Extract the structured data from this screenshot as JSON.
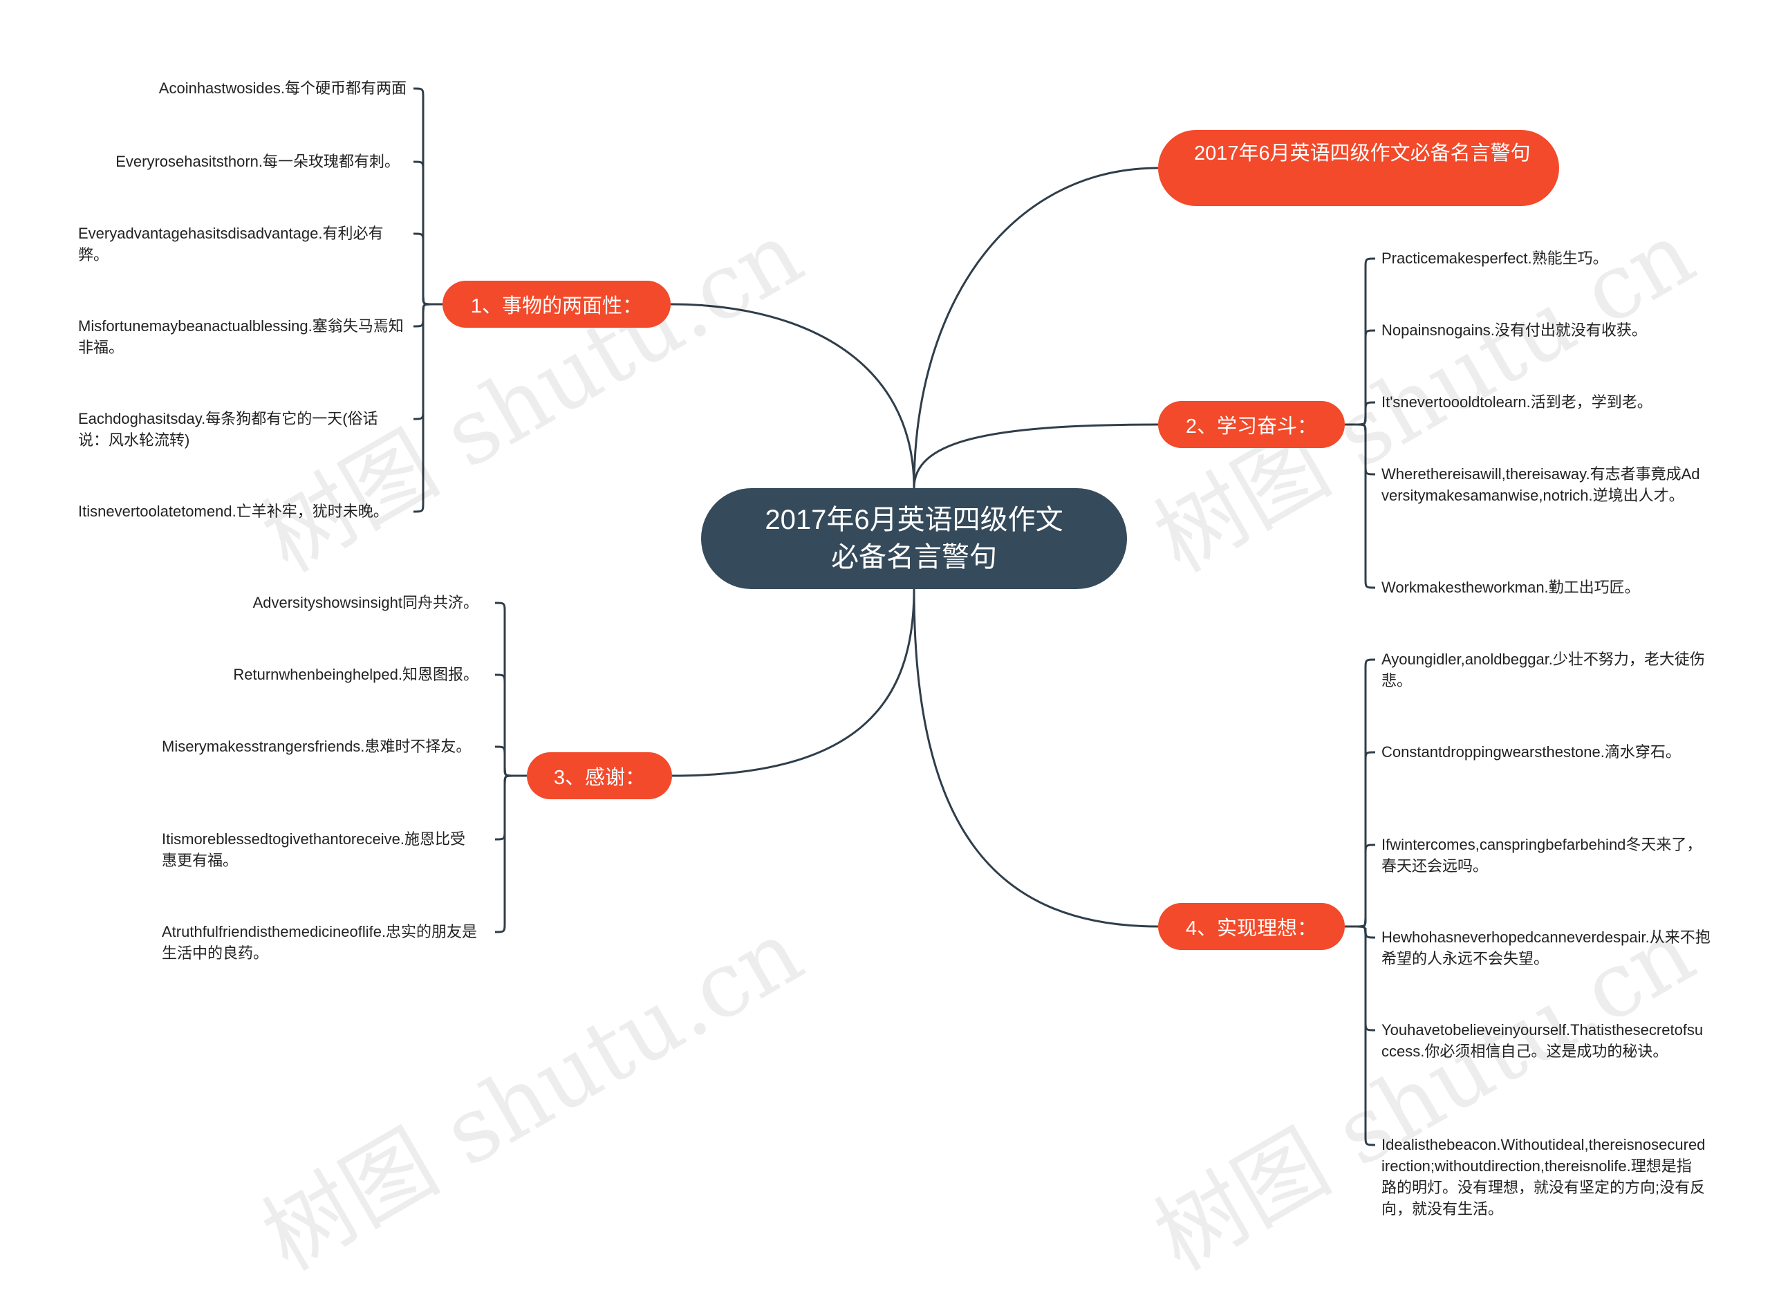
{
  "root": {
    "label": "2017年6月英语四级作文必备名言警句"
  },
  "title_node": {
    "label": "2017年6月英语四级作文必备名言警句"
  },
  "branches": [
    {
      "label": "1、事物的两面性：",
      "leaves": [
        "Acoinhastwosides.每个硬币都有两面",
        "Everyrosehasitsthorn.每一朵玫瑰都有刺。",
        "Everyadvantagehasitsdisadvantage.有利必有弊。",
        "Misfortunemaybeanactualblessing.塞翁失马焉知非福。",
        "Eachdoghasitsday.每条狗都有它的一天(俗话说：风水轮流转)",
        "Itisnevertoolatetomend.亡羊补牢，犹时未晚。"
      ]
    },
    {
      "label": "2、学习奋斗：",
      "leaves": [
        "Practicemakesperfect.熟能生巧。",
        "Nopainsnogains.没有付出就没有收获。",
        "It'snevertoooldtolearn.活到老，学到老。",
        "Wherethereisawill,thereisaway.有志者事竟成Adversitymakesamanwise,notrich.逆境出人才。",
        "Workmakestheworkman.勤工出巧匠。"
      ]
    },
    {
      "label": "3、感谢：",
      "leaves": [
        "Adversityshowsinsight同舟共济。",
        "Returnwhenbeinghelped.知恩图报。",
        "Miserymakesstrangersfriends.患难时不择友。",
        "Itismoreblessedtogivethantoreceive.施恩比受惠更有福。",
        "Atruthfulfriendisthemedicineoflife.忠实的朋友是生活中的良药。"
      ]
    },
    {
      "label": "4、实现理想：",
      "leaves": [
        "Ayoungidler,anoldbeggar.少壮不努力，老大徒伤悲。",
        "Constantdroppingwearsthestone.滴水穿石。",
        "Ifwintercomes,canspringbefarbehind冬天来了，春天还会远吗。",
        "Hewhohasneverhopedcanneverdespair.从来不抱希望的人永远不会失望。",
        "Youhavetobelieveinyourself.Thatisthesecretofsuccess.你必须相信自己。这是成功的秘诀。",
        "Idealisthebeacon.Withoutideal,thereisnosecuredirection;withoutdirection,thereisnolife.理想是指路的明灯。没有理想，就没有坚定的方向;没有反向，就没有生活。"
      ]
    }
  ],
  "watermark": "树图 shutu.cn",
  "colors": {
    "root": "#354a5a",
    "branch": "#f24a2a",
    "line": "#2f3e4a"
  }
}
